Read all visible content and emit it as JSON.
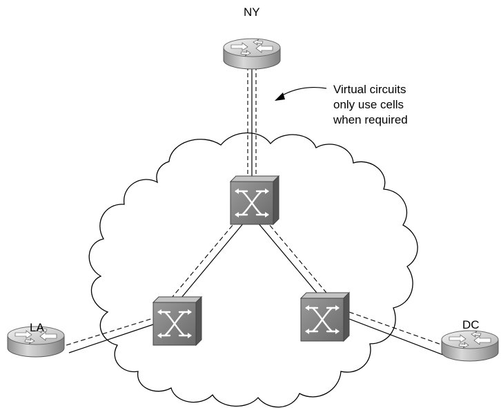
{
  "routers": {
    "ny": {
      "label": "NY"
    },
    "la": {
      "label": "LA"
    },
    "dc": {
      "label": "DC"
    }
  },
  "annotation": {
    "lines": [
      "Virtual circuits",
      "only use cells",
      "when required"
    ]
  },
  "colors": {
    "router_light": "#e6e6e6",
    "router_dark": "#9a9a9a",
    "switch_front": "#7a7a7a",
    "switch_top": "#bdbdbd",
    "switch_side": "#5a5a5a",
    "line": "#000000"
  }
}
